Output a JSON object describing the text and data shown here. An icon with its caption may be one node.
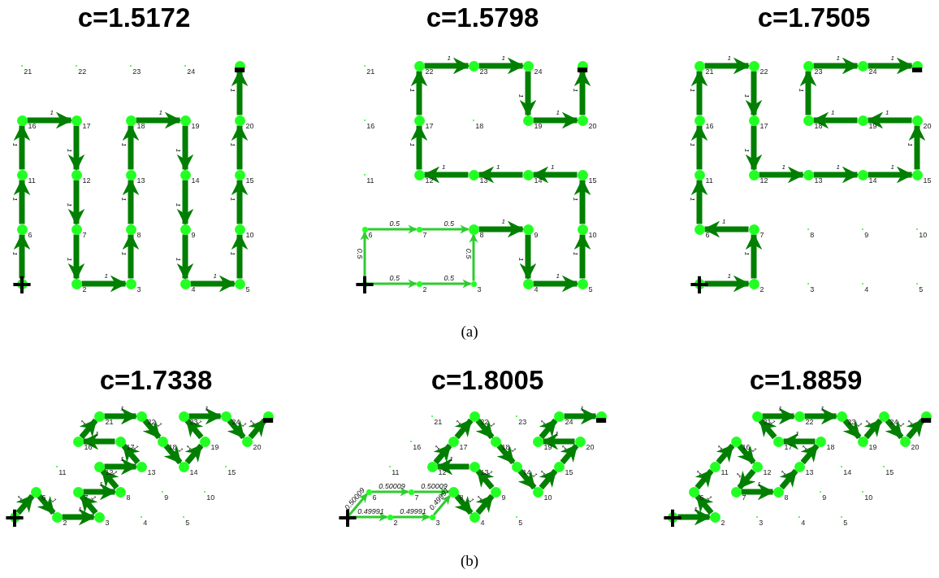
{
  "diagram": {
    "nodes": [
      {
        "text": [
          "+"
        ]
      },
      {
        "text": [
          "2"
        ]
      },
      {
        "text": [
          "3"
        ]
      },
      {
        "text": [
          "4"
        ]
      },
      {
        "text": [
          "5"
        ]
      },
      {
        "text": [
          "6"
        ]
      },
      {
        "text": [
          "7"
        ]
      },
      {
        "text": [
          "8"
        ]
      },
      {
        "text": [
          "9"
        ]
      },
      {
        "text": [
          "10"
        ]
      },
      {
        "text": [
          "11"
        ]
      },
      {
        "text": [
          "12"
        ]
      },
      {
        "text": [
          "13"
        ]
      },
      {
        "text": [
          "14"
        ]
      },
      {
        "text": [
          "15"
        ]
      },
      {
        "text": [
          "16"
        ]
      },
      {
        "text": [
          "17"
        ]
      },
      {
        "text": [
          "18"
        ]
      },
      {
        "text": [
          "19"
        ]
      },
      {
        "text": [
          "20"
        ]
      },
      {
        "text": [
          "21"
        ]
      },
      {
        "text": [
          "22"
        ]
      },
      {
        "text": [
          "23"
        ]
      },
      {
        "text": [
          "24"
        ]
      },
      {
        "text": [
          "-"
        ]
      },
      {
        "text": [
          "+"
        ]
      },
      {
        "text": [
          "2"
        ]
      },
      {
        "text": [
          "3"
        ]
      },
      {
        "text": [
          "4"
        ]
      },
      {
        "text": [
          "5"
        ]
      },
      {
        "text": [
          "6"
        ]
      },
      {
        "text": [
          "7"
        ]
      },
      {
        "text": [
          "8"
        ]
      },
      {
        "text": [
          "9"
        ]
      },
      {
        "text": [
          "10"
        ]
      },
      {
        "text": [
          "11"
        ]
      },
      {
        "text": [
          "12"
        ]
      },
      {
        "text": [
          "13"
        ]
      },
      {
        "text": [
          "14"
        ]
      },
      {
        "text": [
          "15"
        ]
      },
      {
        "text": [
          "16"
        ]
      },
      {
        "text": [
          "17"
        ]
      },
      {
        "text": [
          "18"
        ]
      },
      {
        "text": [
          "19"
        ]
      },
      {
        "text": [
          "20"
        ]
      },
      {
        "text": [
          "21"
        ]
      },
      {
        "text": [
          "22"
        ]
      },
      {
        "text": [
          "23"
        ]
      },
      {
        "text": [
          "24"
        ]
      },
      {
        "text": [
          "-"
        ]
      },
      {
        "text": [
          "+"
        ]
      },
      {
        "text": [
          "2"
        ]
      },
      {
        "text": [
          "3"
        ]
      },
      {
        "text": [
          "4"
        ]
      },
      {
        "text": [
          "5"
        ]
      },
      {
        "text": [
          "6"
        ]
      },
      {
        "text": [
          "7"
        ]
      },
      {
        "text": [
          "8"
        ]
      },
      {
        "text": [
          "9"
        ]
      },
      {
        "text": [
          "10"
        ]
      },
      {
        "text": [
          "11"
        ]
      },
      {
        "text": [
          "12"
        ]
      },
      {
        "text": [
          "13"
        ]
      },
      {
        "text": [
          "14"
        ]
      },
      {
        "text": [
          "15"
        ]
      },
      {
        "text": [
          "16"
        ]
      },
      {
        "text": [
          "17"
        ]
      },
      {
        "text": [
          "18"
        ]
      },
      {
        "text": [
          "19"
        ]
      },
      {
        "text": [
          "20"
        ]
      },
      {
        "text": [
          "21"
        ]
      },
      {
        "text": [
          "22"
        ]
      },
      {
        "text": [
          "23"
        ]
      },
      {
        "text": [
          "24"
        ]
      },
      {
        "text": [
          "-"
        ]
      },
      {
        "text": [
          "+"
        ]
      },
      {
        "text": [
          "2"
        ]
      },
      {
        "text": [
          "3"
        ]
      },
      {
        "text": [
          "4"
        ]
      },
      {
        "text": [
          "5"
        ]
      },
      {
        "text": [
          "6"
        ]
      },
      {
        "text": [
          "7"
        ]
      },
      {
        "text": [
          "8"
        ]
      },
      {
        "text": [
          "9"
        ]
      },
      {
        "text": [
          "10"
        ]
      },
      {
        "text": [
          "11"
        ]
      },
      {
        "text": [
          "12"
        ]
      },
      {
        "text": [
          "13"
        ]
      },
      {
        "text": [
          "14"
        ]
      },
      {
        "text": [
          "15"
        ]
      },
      {
        "text": [
          "16"
        ]
      },
      {
        "text": [
          "17"
        ]
      },
      {
        "text": [
          "18"
        ]
      },
      {
        "text": [
          "19"
        ]
      },
      {
        "text": [
          "20"
        ]
      },
      {
        "text": [
          "21"
        ]
      },
      {
        "text": [
          "22"
        ]
      },
      {
        "text": [
          "23"
        ]
      },
      {
        "text": [
          "24"
        ]
      },
      {
        "text": [
          "-"
        ]
      },
      {
        "text": [
          "+"
        ]
      },
      {
        "text": [
          "2"
        ]
      },
      {
        "text": [
          "3"
        ]
      },
      {
        "text": [
          "4"
        ]
      },
      {
        "text": [
          "5"
        ]
      },
      {
        "text": [
          "6"
        ]
      },
      {
        "text": [
          "7"
        ]
      },
      {
        "text": [
          "8"
        ]
      },
      {
        "text": [
          "9"
        ]
      },
      {
        "text": [
          "10"
        ]
      },
      {
        "text": [
          "11"
        ]
      },
      {
        "text": [
          "12"
        ]
      },
      {
        "text": [
          "13"
        ]
      },
      {
        "text": [
          "14"
        ]
      },
      {
        "text": [
          "15"
        ]
      },
      {
        "text": [
          "16"
        ]
      },
      {
        "text": [
          "17"
        ]
      },
      {
        "text": [
          "18"
        ]
      },
      {
        "text": [
          "19"
        ]
      },
      {
        "text": [
          "20"
        ]
      },
      {
        "text": [
          "21"
        ]
      },
      {
        "text": [
          "22"
        ]
      },
      {
        "text": [
          "23"
        ]
      },
      {
        "text": [
          "24"
        ]
      },
      {
        "text": [
          "-"
        ]
      },
      {
        "text": [
          "+"
        ]
      },
      {
        "text": [
          "2"
        ]
      },
      {
        "text": [
          "3"
        ]
      },
      {
        "text": [
          "4"
        ]
      },
      {
        "text": [
          "5"
        ]
      },
      {
        "text": [
          "6"
        ]
      },
      {
        "text": [
          "7"
        ]
      },
      {
        "text": [
          "8"
        ]
      },
      {
        "text": [
          "9"
        ]
      },
      {
        "text": [
          "10"
        ]
      },
      {
        "text": [
          "11"
        ]
      },
      {
        "text": [
          "12"
        ]
      },
      {
        "text": [
          "13"
        ]
      },
      {
        "text": [
          "14"
        ]
      },
      {
        "text": [
          "15"
        ]
      },
      {
        "text": [
          "16"
        ]
      },
      {
        "text": [
          "17"
        ]
      },
      {
        "text": [
          "18"
        ]
      },
      {
        "text": [
          "19"
        ]
      },
      {
        "text": [
          "20"
        ]
      },
      {
        "text": [
          "21"
        ]
      },
      {
        "text": [
          "22"
        ]
      },
      {
        "text": [
          "23"
        ]
      },
      {
        "text": [
          "24"
        ]
      },
      {
        "text": [
          "-"
        ]
      }
    ],
    "edges": [
      {
        "from": 0,
        "to": 5,
        "arrow": "to",
        "label": "1"
      },
      {
        "from": 5,
        "to": 10,
        "arrow": "to",
        "label": "1"
      },
      {
        "from": 10,
        "to": 15,
        "arrow": "to",
        "label": "1"
      },
      {
        "from": 15,
        "to": 16,
        "arrow": "to",
        "label": "1"
      },
      {
        "from": 16,
        "to": 11,
        "arrow": "to",
        "label": "1"
      },
      {
        "from": 11,
        "to": 6,
        "arrow": "to",
        "label": "1"
      },
      {
        "from": 6,
        "to": 1,
        "arrow": "to",
        "label": "1"
      },
      {
        "from": 1,
        "to": 2,
        "arrow": "to",
        "label": "1"
      },
      {
        "from": 2,
        "to": 7,
        "arrow": "to",
        "label": "1"
      },
      {
        "from": 7,
        "to": 12,
        "arrow": "to",
        "label": "1"
      },
      {
        "from": 12,
        "to": 17,
        "arrow": "to",
        "label": "1"
      },
      {
        "from": 17,
        "to": 18,
        "arrow": "to",
        "label": "1"
      },
      {
        "from": 18,
        "to": 13,
        "arrow": "to",
        "label": "1"
      },
      {
        "from": 13,
        "to": 8,
        "arrow": "to",
        "label": "1"
      },
      {
        "from": 8,
        "to": 3,
        "arrow": "to",
        "label": "1"
      },
      {
        "from": 3,
        "to": 4,
        "arrow": "to",
        "label": "1"
      },
      {
        "from": 4,
        "to": 9,
        "arrow": "to",
        "label": "1"
      },
      {
        "from": 9,
        "to": 14,
        "arrow": "to",
        "label": "1"
      },
      {
        "from": 14,
        "to": 19,
        "arrow": "to",
        "label": "1"
      },
      {
        "from": 19,
        "to": 24,
        "arrow": "to",
        "label": "1"
      },
      {
        "from": 25,
        "to": 30,
        "arrow": "to",
        "label": "0.5",
        "color": "#2ecc2e"
      },
      {
        "from": 30,
        "to": 31,
        "arrow": "to",
        "label": "0.5",
        "color": "#2ecc2e"
      },
      {
        "from": 31,
        "to": 32,
        "arrow": "to",
        "label": "0.5",
        "color": "#2ecc2e"
      },
      {
        "from": 25,
        "to": 26,
        "arrow": "to",
        "label": "0.5",
        "color": "#2ecc2e"
      },
      {
        "from": 26,
        "to": 27,
        "arrow": "to",
        "label": "0.5",
        "color": "#2ecc2e"
      },
      {
        "from": 27,
        "to": 32,
        "arrow": "to",
        "label": "0.5",
        "color": "#2ecc2e"
      },
      {
        "from": 32,
        "to": 33,
        "arrow": "to",
        "label": "1"
      },
      {
        "from": 33,
        "to": 28,
        "arrow": "to",
        "label": "1"
      },
      {
        "from": 28,
        "to": 29,
        "arrow": "to",
        "label": "1"
      },
      {
        "from": 29,
        "to": 34,
        "arrow": "to",
        "label": "1"
      },
      {
        "from": 34,
        "to": 39,
        "arrow": "to",
        "label": "1"
      },
      {
        "from": 39,
        "to": 38,
        "arrow": "to",
        "label": "1"
      },
      {
        "from": 38,
        "to": 37,
        "arrow": "to",
        "label": "1"
      },
      {
        "from": 37,
        "to": 36,
        "arrow": "to",
        "label": "1"
      },
      {
        "from": 36,
        "to": 41,
        "arrow": "to",
        "label": "1"
      },
      {
        "from": 41,
        "to": 46,
        "arrow": "to",
        "label": "1"
      },
      {
        "from": 46,
        "to": 47,
        "arrow": "to",
        "label": "1"
      },
      {
        "from": 47,
        "to": 48,
        "arrow": "to",
        "label": "1"
      },
      {
        "from": 48,
        "to": 43,
        "arrow": "to",
        "label": "1"
      },
      {
        "from": 43,
        "to": 44,
        "arrow": "to",
        "label": "1"
      },
      {
        "from": 44,
        "to": 49,
        "arrow": "to",
        "label": "1"
      },
      {
        "from": 50,
        "to": 51,
        "arrow": "to",
        "label": "1"
      },
      {
        "from": 51,
        "to": 56,
        "arrow": "to",
        "label": "1"
      },
      {
        "from": 56,
        "to": 55,
        "arrow": "to",
        "label": "1"
      },
      {
        "from": 55,
        "to": 60,
        "arrow": "to",
        "label": "1"
      },
      {
        "from": 60,
        "to": 65,
        "arrow": "to",
        "label": "1"
      },
      {
        "from": 65,
        "to": 70,
        "arrow": "to",
        "label": "1"
      },
      {
        "from": 70,
        "to": 71,
        "arrow": "to",
        "label": "1"
      },
      {
        "from": 71,
        "to": 66,
        "arrow": "to",
        "label": "1"
      },
      {
        "from": 66,
        "to": 61,
        "arrow": "to",
        "label": "1"
      },
      {
        "from": 61,
        "to": 62,
        "arrow": "to",
        "label": "1"
      },
      {
        "from": 62,
        "to": 63,
        "arrow": "to",
        "label": "1"
      },
      {
        "from": 63,
        "to": 64,
        "arrow": "to",
        "label": "1"
      },
      {
        "from": 64,
        "to": 69,
        "arrow": "to",
        "label": "1"
      },
      {
        "from": 69,
        "to": 68,
        "arrow": "to",
        "label": "1"
      },
      {
        "from": 68,
        "to": 67,
        "arrow": "to",
        "label": "1"
      },
      {
        "from": 67,
        "to": 72,
        "arrow": "to",
        "label": "1"
      },
      {
        "from": 72,
        "to": 73,
        "arrow": "to",
        "label": "1"
      },
      {
        "from": 73,
        "to": 74,
        "arrow": "to",
        "label": "1"
      },
      {
        "from": 75,
        "to": 80,
        "arrow": "to",
        "label": "1"
      },
      {
        "from": 80,
        "to": 76,
        "arrow": "to",
        "label": "1"
      },
      {
        "from": 76,
        "to": 77,
        "arrow": "to",
        "label": "1"
      },
      {
        "from": 77,
        "to": 81,
        "arrow": "to",
        "label": "1"
      },
      {
        "from": 81,
        "to": 82,
        "arrow": "to",
        "label": "1"
      },
      {
        "from": 82,
        "to": 86,
        "arrow": "to",
        "label": "1"
      },
      {
        "from": 86,
        "to": 87,
        "arrow": "to",
        "label": "1"
      },
      {
        "from": 87,
        "to": 91,
        "arrow": "to",
        "label": "1"
      },
      {
        "from": 91,
        "to": 90,
        "arrow": "to",
        "label": "1"
      },
      {
        "from": 90,
        "to": 95,
        "arrow": "to",
        "label": "1"
      },
      {
        "from": 95,
        "to": 96,
        "arrow": "to",
        "label": "1"
      },
      {
        "from": 96,
        "to": 92,
        "arrow": "to",
        "label": "1"
      },
      {
        "from": 92,
        "to": 88,
        "arrow": "to",
        "label": "1"
      },
      {
        "from": 88,
        "to": 93,
        "arrow": "to",
        "label": "1"
      },
      {
        "from": 93,
        "to": 97,
        "arrow": "to",
        "label": "1"
      },
      {
        "from": 97,
        "to": 98,
        "arrow": "to",
        "label": "1"
      },
      {
        "from": 98,
        "to": 94,
        "arrow": "to",
        "label": "1"
      },
      {
        "from": 94,
        "to": 99,
        "arrow": "to",
        "label": "1"
      },
      {
        "from": 100,
        "to": 105,
        "arrow": "to",
        "label": "0.50009",
        "color": "#2ecc2e"
      },
      {
        "from": 105,
        "to": 106,
        "arrow": "to",
        "label": "0.50009",
        "color": "#2ecc2e"
      },
      {
        "from": 106,
        "to": 107,
        "arrow": "to",
        "label": "0.50009",
        "color": "#2ecc2e"
      },
      {
        "from": 100,
        "to": 101,
        "arrow": "to",
        "label": "0.49991",
        "color": "#2ecc2e"
      },
      {
        "from": 101,
        "to": 102,
        "arrow": "to",
        "label": "0.49991",
        "color": "#2ecc2e"
      },
      {
        "from": 102,
        "to": 107,
        "arrow": "to",
        "label": "0.49991",
        "color": "#2ecc2e"
      },
      {
        "from": 107,
        "to": 103,
        "arrow": "to",
        "label": "1"
      },
      {
        "from": 103,
        "to": 108,
        "arrow": "to",
        "label": "1"
      },
      {
        "from": 108,
        "to": 112,
        "arrow": "to",
        "label": "1"
      },
      {
        "from": 112,
        "to": 111,
        "arrow": "to",
        "label": "1"
      },
      {
        "from": 111,
        "to": 116,
        "arrow": "to",
        "label": "1"
      },
      {
        "from": 116,
        "to": 121,
        "arrow": "to",
        "label": "1"
      },
      {
        "from": 121,
        "to": 117,
        "arrow": "to",
        "label": "1"
      },
      {
        "from": 117,
        "to": 113,
        "arrow": "to",
        "label": "1"
      },
      {
        "from": 113,
        "to": 109,
        "arrow": "to",
        "label": "1"
      },
      {
        "from": 109,
        "to": 114,
        "arrow": "to",
        "label": "1"
      },
      {
        "from": 114,
        "to": 119,
        "arrow": "to",
        "label": "1"
      },
      {
        "from": 119,
        "to": 118,
        "arrow": "to",
        "label": "1"
      },
      {
        "from": 118,
        "to": 123,
        "arrow": "to",
        "label": "1"
      },
      {
        "from": 123,
        "to": 124,
        "arrow": "to",
        "label": "1"
      },
      {
        "from": 125,
        "to": 126,
        "arrow": "to",
        "label": "1"
      },
      {
        "from": 126,
        "to": 130,
        "arrow": "to",
        "label": "1"
      },
      {
        "from": 130,
        "to": 135,
        "arrow": "to",
        "label": "1"
      },
      {
        "from": 135,
        "to": 140,
        "arrow": "to",
        "label": "1"
      },
      {
        "from": 140,
        "to": 136,
        "arrow": "to",
        "label": "1"
      },
      {
        "from": 136,
        "to": 131,
        "arrow": "to",
        "label": "1"
      },
      {
        "from": 131,
        "to": 132,
        "arrow": "to",
        "label": "1"
      },
      {
        "from": 132,
        "to": 137,
        "arrow": "to",
        "label": "1"
      },
      {
        "from": 137,
        "to": 142,
        "arrow": "to",
        "label": "1"
      },
      {
        "from": 142,
        "to": 141,
        "arrow": "to",
        "label": "1"
      },
      {
        "from": 141,
        "to": 145,
        "arrow": "to",
        "label": "1"
      },
      {
        "from": 145,
        "to": 146,
        "arrow": "to",
        "label": "1"
      },
      {
        "from": 146,
        "to": 147,
        "arrow": "to",
        "label": "1"
      },
      {
        "from": 147,
        "to": 143,
        "arrow": "to",
        "label": "1"
      },
      {
        "from": 143,
        "to": 148,
        "arrow": "to",
        "label": "1"
      },
      {
        "from": 148,
        "to": 144,
        "arrow": "to",
        "label": "1"
      },
      {
        "from": 144,
        "to": 149,
        "arrow": "to",
        "label": "1"
      }
    ],
    "labels": [
      "c=1.5172",
      "c=1.5798",
      "c=1.7505",
      "(a)",
      "c=1.7338",
      "c=1.8005",
      "c=1.8859",
      "(b)"
    ]
  }
}
